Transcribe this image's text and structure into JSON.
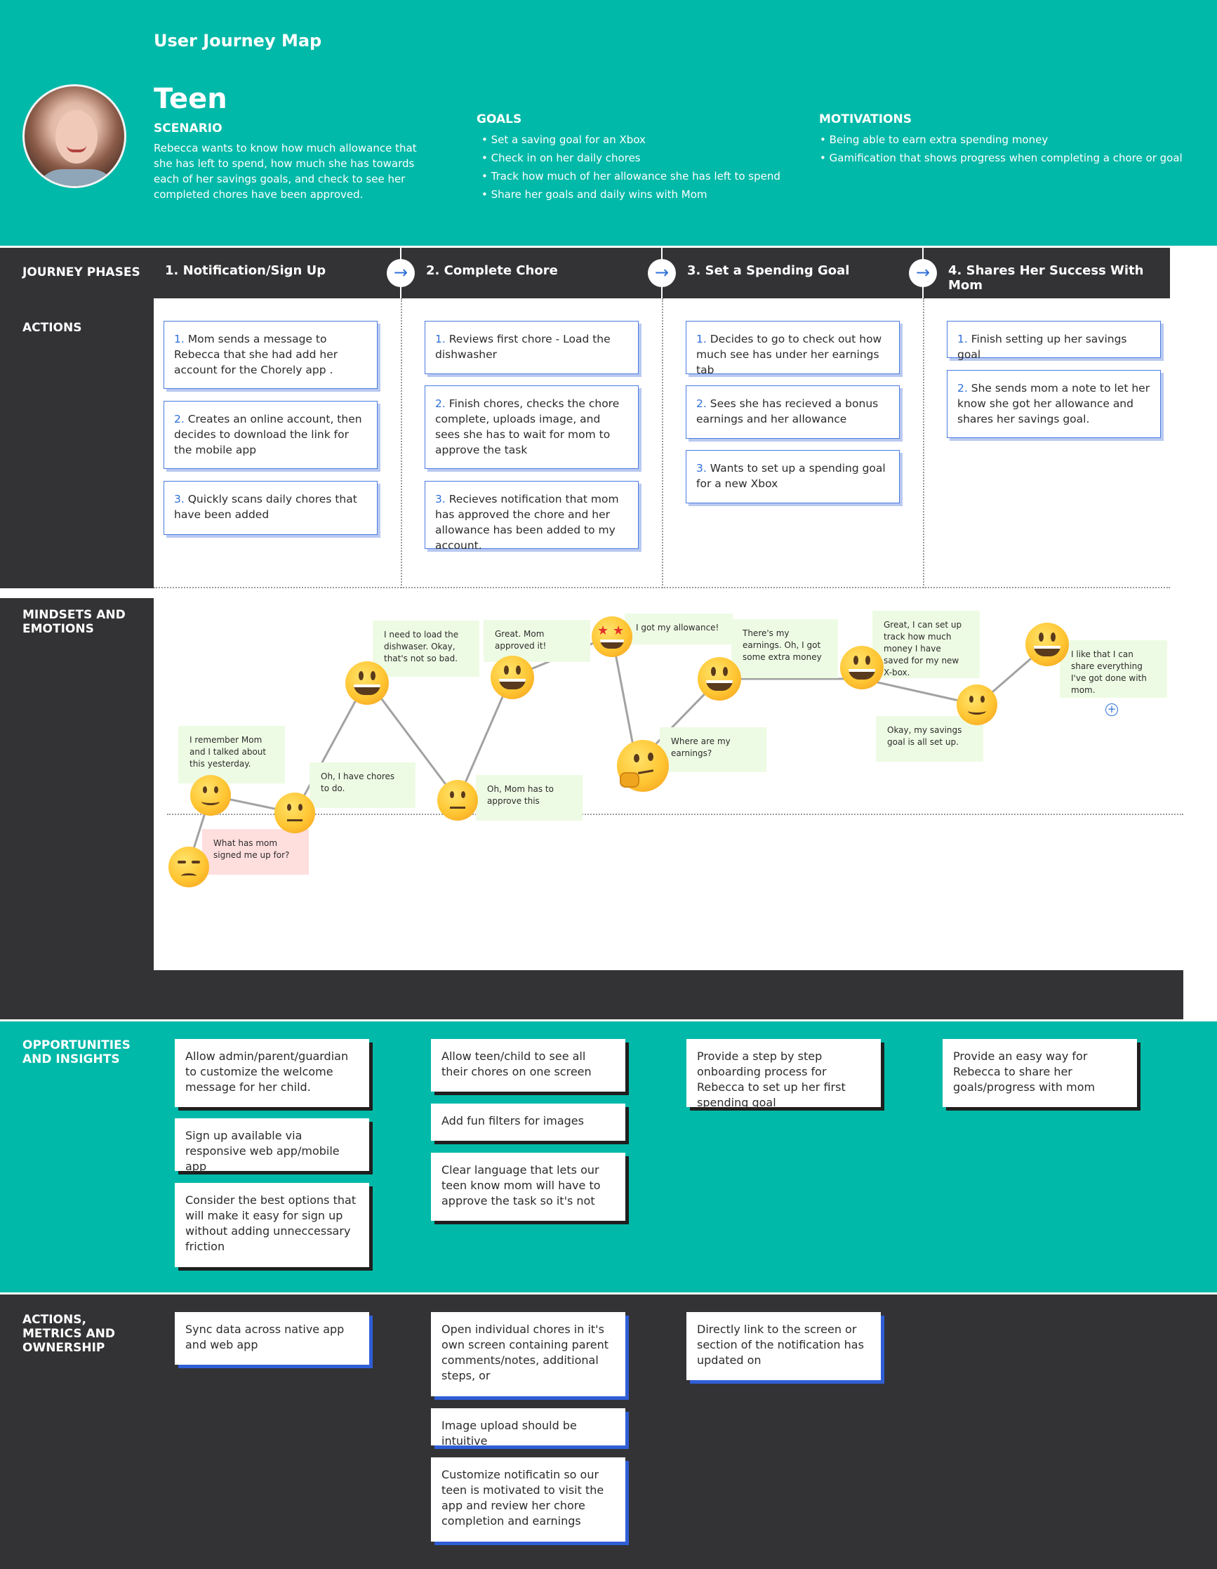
{
  "header": {
    "title": "User Journey Map",
    "persona": "Teen",
    "scenario_label": "SCENARIO",
    "scenario_text": "Rebecca wants to know how much allowance that she has left to spend, how much she has towards each of her savings goals, and check to see  her completed chores have been approved.",
    "goals_label": "GOALS",
    "goals": [
      "Set a saving goal for an Xbox",
      "Check in on her daily chores",
      "Track how much of her allowance she has left to spend",
      "Share her goals and daily wins with Mom"
    ],
    "motivations_label": "MOTIVATIONS",
    "motivations": [
      "Being able to earn extra spending money",
      "Gamification that shows progress when completing a chore or goal"
    ]
  },
  "rows": {
    "phases": "JOURNEY PHASES",
    "actions": "ACTIONS",
    "mindsets": "MINDSETS AND EMOTIONS",
    "opportunities": "OPPORTUNITIES AND INSIGHTS",
    "metrics": "ACTIONS, METRICS AND OWNERSHIP"
  },
  "phases": [
    "1. Notification/Sign  Up",
    "2. Complete Chore",
    "3. Set a Spending Goal",
    "4. Shares Her Success With Mom"
  ],
  "arrow_glyph": "→",
  "actions": [
    [
      {
        "num": "1.",
        "text": "Mom sends a message to Rebecca that she had add her account for the Chorely app ."
      },
      {
        "num": "2.",
        "text": "Creates an online account, then decides to download the link for the mobile app"
      },
      {
        "num": "3.",
        "text": " Quickly scans daily chores that have been added"
      }
    ],
    [
      {
        "num": "1.",
        "text": "Reviews first chore - Load the dishwasher"
      },
      {
        "num": "2.",
        "text": "Finish chores, checks the chore complete, uploads image, and sees she has to wait for mom to approve the task"
      },
      {
        "num": "3.",
        "text": "Recieves notification that mom has approved the chore and her allowance has been added to my account."
      }
    ],
    [
      {
        "num": "1.",
        "text": "Decides to go to check out how much see has under her earnings tab"
      },
      {
        "num": "2.",
        "text": "Sees she has  recieved a bonus earnings and her allowance"
      },
      {
        "num": "3.",
        "text": "Wants to set up a spending goal for a new Xbox"
      }
    ],
    [
      {
        "num": "1.",
        "text": "Finish setting up her savings goal"
      },
      {
        "num": "2.",
        "text": "She sends mom a note to let her know she got her allowance and shares her savings goal."
      }
    ]
  ],
  "emotion_notes": [
    "I remember Mom and I talked about this yesterday.",
    "What has mom signed me up for?",
    "Oh, I have chores to do.",
    "I need to load the dishwaser. Okay, that's not so bad.",
    "Oh, Mom has to approve this",
    "Great. Mom approved it!",
    "I got my allowance!",
    "Where are my earnings?",
    "There's my earnings. Oh, I got some extra money",
    "Great, I can set up track how much money I have saved for my new X-box.",
    "Okay, my savings goal is all set up.",
    "I like that I can share everything I've got done with mom."
  ],
  "emotion_icons": [
    "unamused-face-icon",
    "smiling-face-icon",
    "neutral-face-icon",
    "grinning-face-icon",
    "star-struck-face-icon",
    "thinking-face-icon"
  ],
  "add_glyph": "+",
  "opportunities": [
    [
      "Allow admin/parent/guardian to customize the welcome message for her child.",
      "Sign up available via responsive web app/mobile app",
      "Consider the best options that will make it easy for sign up without adding unneccessary friction"
    ],
    [
      "Allow teen/child to see all their chores on one screen",
      "Add fun filters for images",
      "Clear language that lets our teen know mom will have to approve the task so it's not"
    ],
    [
      "Provide a step by step onboarding process for Rebecca to set up her first spending goal"
    ],
    [
      "Provide an easy way for Rebecca to share her goals/progress with mom"
    ]
  ],
  "metrics": [
    [
      "Sync data across native app and web app"
    ],
    [
      "Open individual chores in it's own screen containing parent comments/notes, additional steps, or",
      "Image upload should be intuitive",
      "Customize notificatin so our teen is motivated to visit the app and review her chore completion and earnings"
    ],
    [
      "Directly link to the screen or section of the notification has updated on"
    ]
  ],
  "colors": {
    "teal": "#00B9A8",
    "dark": "#333335",
    "card_border": "#4A7BE0",
    "accent_blue": "#2F6FD8",
    "note_green": "#EEFBE4",
    "note_pink": "#FFDEDE"
  }
}
